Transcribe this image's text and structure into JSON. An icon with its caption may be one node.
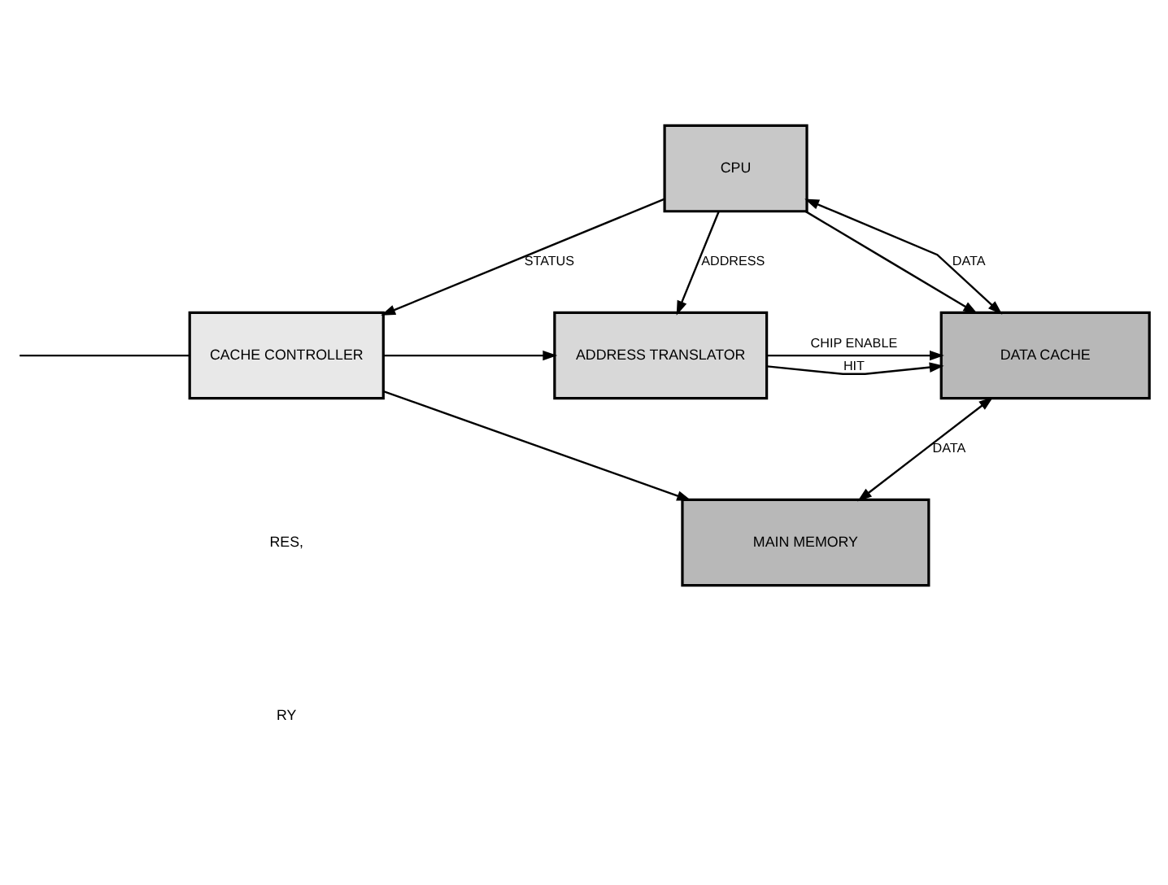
{
  "diagram": {
    "nodes": [
      {
        "text": [
          "CPU"
        ]
      },
      {
        "text": [
          "CACHE CONTROLLER"
        ]
      },
      {
        "text": [
          "ADDRESS TRANSLATOR"
        ]
      },
      {
        "text": [
          "DATA CACHE"
        ]
      },
      {
        "text": [
          "MAIN MEMORY"
        ]
      }
    ],
    "edges": [
      {
        "from": 0,
        "to": 1,
        "arrow": "to",
        "label": "STATUS"
      },
      {
        "from": 0,
        "to": 2,
        "arrow": "to",
        "label": "ADDRESS"
      },
      {
        "from": 0,
        "to": 3,
        "arrow": "to"
      },
      {
        "from": 3,
        "to": 0,
        "arrow": "both",
        "label": "DATA"
      },
      {
        "from": null,
        "to": 1,
        "arrow": "none"
      },
      {
        "from": 1,
        "to": 2,
        "arrow": "to"
      },
      {
        "from": 2,
        "to": 3,
        "arrow": "to",
        "label": "HIT"
      },
      {
        "from": 2,
        "to": 3,
        "arrow": "to",
        "label": "CHIP ENABLE"
      },
      {
        "from": 3,
        "to": 4,
        "arrow": "both",
        "label": "DATA"
      },
      {
        "from": 1,
        "to": 4,
        "arrow": "to"
      }
    ],
    "labels": [
      "RES,",
      "RY"
    ]
  }
}
